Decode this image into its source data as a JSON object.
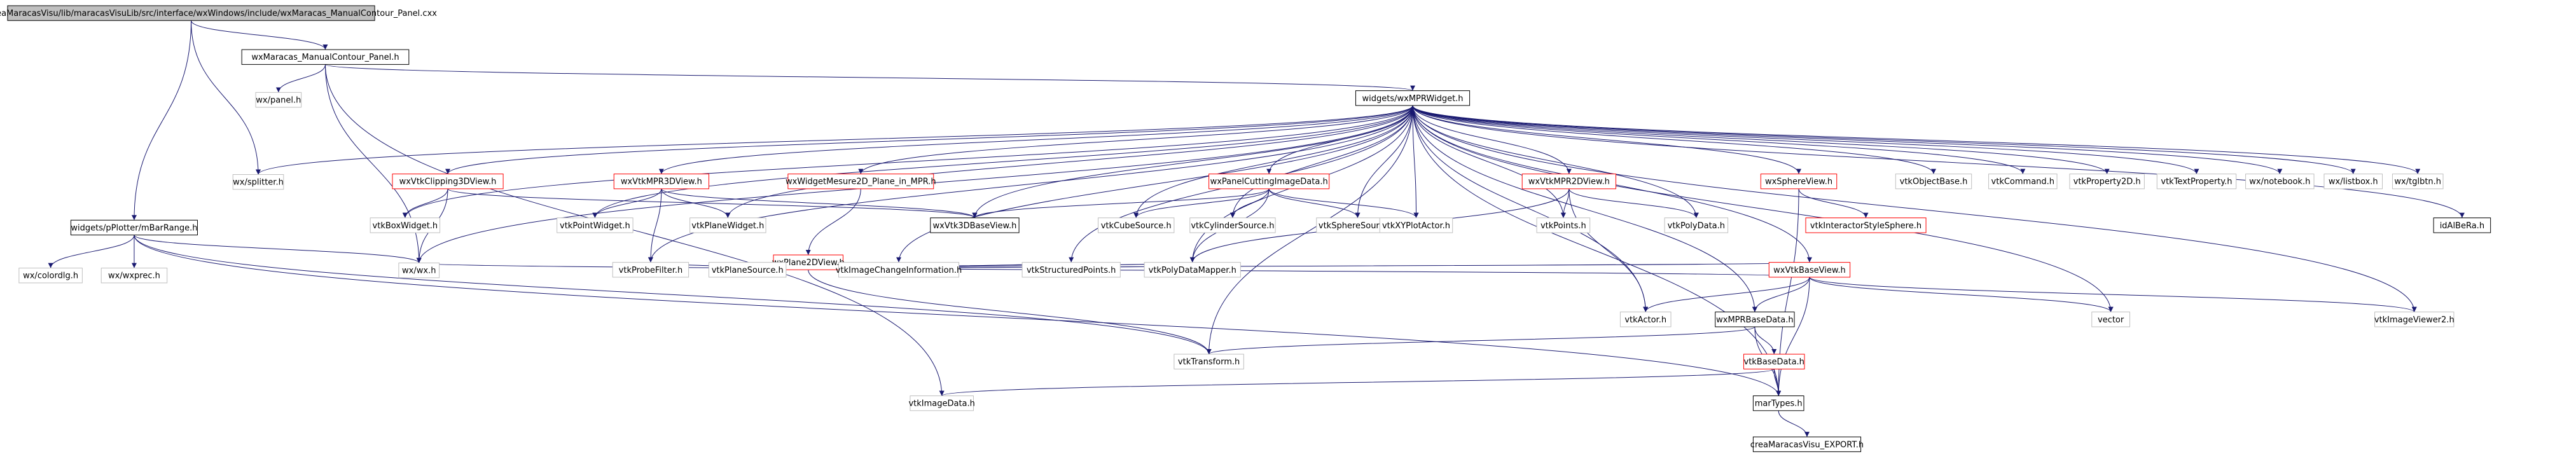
{
  "colors": {
    "root_fill": "#bfbfbf",
    "node_border": "#000000",
    "external_border": "#bfbfbf",
    "partial_border": "#ff0000",
    "edge": "#191970"
  },
  "nodes": [
    {
      "id": "root",
      "label": "C:/Creatis/creaMaracasVisu/lib/maracasVisuLib/src/interface/wxWindows/include/wxMaracas_ManualContour_Panel.cxx",
      "kind": "root"
    },
    {
      "id": "panelh",
      "label": "wxMaracas_ManualContour_Panel.h",
      "kind": "documented"
    },
    {
      "id": "wxpanel",
      "label": "wx/panel.h",
      "kind": "external"
    },
    {
      "id": "wxsplitter",
      "label": "wx/splitter.h",
      "kind": "external"
    },
    {
      "id": "mprwidget",
      "label": "widgets/wxMPRWidget.h",
      "kind": "documented"
    },
    {
      "id": "pplotter",
      "label": "widgets/pPlotter/mBarRange.h",
      "kind": "documented"
    },
    {
      "id": "wxcolordlg",
      "label": "wx/colordlg.h",
      "kind": "external"
    },
    {
      "id": "wxwxprec",
      "label": "wx/wxprec.h",
      "kind": "external"
    },
    {
      "id": "wxwx",
      "label": "wx/wx.h",
      "kind": "external"
    },
    {
      "id": "clip3d",
      "label": "wxVtkClipping3DView.h",
      "kind": "partial"
    },
    {
      "id": "mpr3d",
      "label": "wxVtkMPR3DView.h",
      "kind": "partial"
    },
    {
      "id": "wmeasure",
      "label": "wxWidgetMesure2D_Plane_in_MPR.h",
      "kind": "partial"
    },
    {
      "id": "panelcut",
      "label": "wxPanelCuttingImageData.h",
      "kind": "partial"
    },
    {
      "id": "mpr2d",
      "label": "wxVtkMPR2DView.h",
      "kind": "partial"
    },
    {
      "id": "sphereview",
      "label": "wxSphereView.h",
      "kind": "partial"
    },
    {
      "id": "vtkobjectbase",
      "label": "vtkObjectBase.h",
      "kind": "external"
    },
    {
      "id": "vtkcommand",
      "label": "vtkCommand.h",
      "kind": "external"
    },
    {
      "id": "vtkprop2d",
      "label": "vtkProperty2D.h",
      "kind": "external"
    },
    {
      "id": "vtktextprop",
      "label": "vtkTextProperty.h",
      "kind": "external"
    },
    {
      "id": "wxnotebook",
      "label": "wx/notebook.h",
      "kind": "external"
    },
    {
      "id": "wxlistbox",
      "label": "wx/listbox.h",
      "kind": "external"
    },
    {
      "id": "wxtglbtn",
      "label": "wx/tglbtn.h",
      "kind": "external"
    },
    {
      "id": "boxwidget",
      "label": "vtkBoxWidget.h",
      "kind": "external"
    },
    {
      "id": "pointwidget",
      "label": "vtkPointWidget.h",
      "kind": "external"
    },
    {
      "id": "planewidget",
      "label": "vtkPlaneWidget.h",
      "kind": "external"
    },
    {
      "id": "vtk3dbase",
      "label": "wxVtk3DBaseView.h",
      "kind": "documented"
    },
    {
      "id": "cubesource",
      "label": "vtkCubeSource.h",
      "kind": "external"
    },
    {
      "id": "cylsource",
      "label": "vtkCylinderSource.h",
      "kind": "external"
    },
    {
      "id": "spheresource",
      "label": "vtkSphereSource.h",
      "kind": "external"
    },
    {
      "id": "xyplot",
      "label": "vtkXYPlotActor.h",
      "kind": "external"
    },
    {
      "id": "vtkpoints",
      "label": "vtkPoints.h",
      "kind": "external"
    },
    {
      "id": "polydata",
      "label": "vtkPolyData.h",
      "kind": "external"
    },
    {
      "id": "interstyle",
      "label": "vtkInteractorStyleSphere.h",
      "kind": "partial"
    },
    {
      "id": "idalbera",
      "label": "idAlBeRa.h",
      "kind": "documented"
    },
    {
      "id": "plane2d",
      "label": "wxPlane2DView.h",
      "kind": "partial"
    },
    {
      "id": "probefilter",
      "label": "vtkProbeFilter.h",
      "kind": "external"
    },
    {
      "id": "planesource",
      "label": "vtkPlaneSource.h",
      "kind": "external"
    },
    {
      "id": "imgchange",
      "label": "vtkImageChangeInformation.h",
      "kind": "external"
    },
    {
      "id": "structpoints",
      "label": "vtkStructuredPoints.h",
      "kind": "external"
    },
    {
      "id": "polymapper",
      "label": "vtkPolyDataMapper.h",
      "kind": "external"
    },
    {
      "id": "vtkbaseview",
      "label": "wxVtkBaseView.h",
      "kind": "partial"
    },
    {
      "id": "vtkactor",
      "label": "vtkActor.h",
      "kind": "external"
    },
    {
      "id": "mprbasedata",
      "label": "wxMPRBaseData.h",
      "kind": "documented"
    },
    {
      "id": "vector",
      "label": "vector",
      "kind": "external"
    },
    {
      "id": "imgviewer2",
      "label": "vtkImageViewer2.h",
      "kind": "external"
    },
    {
      "id": "vtktransform",
      "label": "vtkTransform.h",
      "kind": "external"
    },
    {
      "id": "vtkbasedata",
      "label": "vtkBaseData.h",
      "kind": "partial"
    },
    {
      "id": "imagedata",
      "label": "vtkImageData.h",
      "kind": "external"
    },
    {
      "id": "martypes",
      "label": "marTypes.h",
      "kind": "documented"
    },
    {
      "id": "export",
      "label": "creaMaracasVisu_EXPORT.h",
      "kind": "documented"
    }
  ],
  "edges": [
    [
      "root",
      "panelh"
    ],
    [
      "root",
      "wxsplitter"
    ],
    [
      "root",
      "pplotter"
    ],
    [
      "panelh",
      "wxpanel"
    ],
    [
      "panelh",
      "mprwidget"
    ],
    [
      "panelh",
      "wxwx"
    ],
    [
      "panelh",
      "imagedata"
    ],
    [
      "pplotter",
      "wxcolordlg"
    ],
    [
      "pplotter",
      "wxwxprec"
    ],
    [
      "pplotter",
      "wxwx"
    ],
    [
      "pplotter",
      "martypes"
    ],
    [
      "pplotter",
      "vtktransform"
    ],
    [
      "mprwidget",
      "wxsplitter"
    ],
    [
      "mprwidget",
      "clip3d"
    ],
    [
      "mprwidget",
      "mpr3d"
    ],
    [
      "mprwidget",
      "wmeasure"
    ],
    [
      "mprwidget",
      "panelcut"
    ],
    [
      "mprwidget",
      "mpr2d"
    ],
    [
      "mprwidget",
      "sphereview"
    ],
    [
      "mprwidget",
      "vtkobjectbase"
    ],
    [
      "mprwidget",
      "vtkcommand"
    ],
    [
      "mprwidget",
      "vtkprop2d"
    ],
    [
      "mprwidget",
      "vtktextprop"
    ],
    [
      "mprwidget",
      "wxnotebook"
    ],
    [
      "mprwidget",
      "wxlistbox"
    ],
    [
      "mprwidget",
      "wxtglbtn"
    ],
    [
      "mprwidget",
      "idalbera"
    ],
    [
      "mprwidget",
      "boxwidget"
    ],
    [
      "mprwidget",
      "pointwidget"
    ],
    [
      "mprwidget",
      "planewidget"
    ],
    [
      "mprwidget",
      "vtk3dbase"
    ],
    [
      "mprwidget",
      "cubesource"
    ],
    [
      "mprwidget",
      "cylsource"
    ],
    [
      "mprwidget",
      "spheresource"
    ],
    [
      "mprwidget",
      "xyplot"
    ],
    [
      "mprwidget",
      "vtkpoints"
    ],
    [
      "mprwidget",
      "polydata"
    ],
    [
      "mprwidget",
      "probefilter"
    ],
    [
      "mprwidget",
      "imgchange"
    ],
    [
      "mprwidget",
      "polymapper"
    ],
    [
      "mprwidget",
      "structpoints"
    ],
    [
      "mprwidget",
      "vtkbaseview"
    ],
    [
      "mprwidget",
      "vtkactor"
    ],
    [
      "mprwidget",
      "mprbasedata"
    ],
    [
      "mprwidget",
      "imgviewer2"
    ],
    [
      "mprwidget",
      "vector"
    ],
    [
      "mprwidget",
      "martypes"
    ],
    [
      "mprwidget",
      "wxwx"
    ],
    [
      "mprwidget",
      "vtktransform"
    ],
    [
      "clip3d",
      "boxwidget"
    ],
    [
      "clip3d",
      "vtk3dbase"
    ],
    [
      "clip3d",
      "wxwx"
    ],
    [
      "mpr3d",
      "pointwidget"
    ],
    [
      "mpr3d",
      "planewidget"
    ],
    [
      "mpr3d",
      "vtk3dbase"
    ],
    [
      "mpr3d",
      "probefilter"
    ],
    [
      "wmeasure",
      "plane2d"
    ],
    [
      "panelcut",
      "vtk3dbase"
    ],
    [
      "panelcut",
      "cubesource"
    ],
    [
      "panelcut",
      "cylsource"
    ],
    [
      "panelcut",
      "spheresource"
    ],
    [
      "panelcut",
      "xyplot"
    ],
    [
      "panelcut",
      "polymapper"
    ],
    [
      "mpr2d",
      "vtkpoints"
    ],
    [
      "mpr2d",
      "polydata"
    ],
    [
      "mpr2d",
      "vtkactor"
    ],
    [
      "mpr2d",
      "polymapper"
    ],
    [
      "sphereview",
      "interstyle"
    ],
    [
      "sphereview",
      "martypes"
    ],
    [
      "plane2d",
      "probefilter"
    ],
    [
      "plane2d",
      "planesource"
    ],
    [
      "plane2d",
      "imgchange"
    ],
    [
      "plane2d",
      "structpoints"
    ],
    [
      "plane2d",
      "polymapper"
    ],
    [
      "plane2d",
      "vtkbaseview"
    ],
    [
      "plane2d",
      "vtktransform"
    ],
    [
      "vtkbaseview",
      "wxwx"
    ],
    [
      "vtkbaseview",
      "vtkactor"
    ],
    [
      "vtkbaseview",
      "mprbasedata"
    ],
    [
      "vtkbaseview",
      "vector"
    ],
    [
      "vtkbaseview",
      "imgviewer2"
    ],
    [
      "vtkbaseview",
      "martypes"
    ],
    [
      "mprbasedata",
      "vtkbasedata"
    ],
    [
      "mprbasedata",
      "vtktransform"
    ],
    [
      "mprbasedata",
      "martypes"
    ],
    [
      "vtkbasedata",
      "martypes"
    ],
    [
      "vtkbasedata",
      "imagedata"
    ],
    [
      "martypes",
      "export"
    ]
  ]
}
